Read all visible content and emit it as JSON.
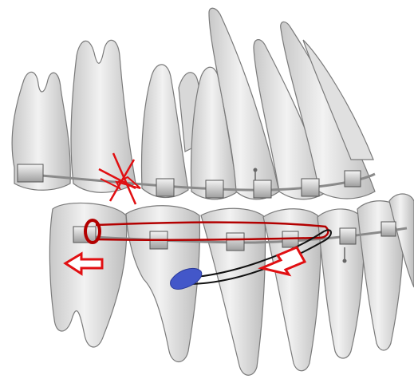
{
  "image": {
    "subject": "orthodontic-dentition-illustration",
    "colors": {
      "background": "#ffffff",
      "tooth_fill": "#e8e8e8",
      "tooth_shadow": "#bdbdbd",
      "tooth_outline": "#7a7a7a",
      "bracket": "#c9c9c9",
      "wire": "#8a8a8a",
      "annotation_red": "#e10f12",
      "elastic_red": "#b30000",
      "spring_black": "#111111",
      "button_blue": "#4357c9"
    },
    "annotations": [
      {
        "kind": "cross-mark"
      },
      {
        "kind": "arrow",
        "direction": "left"
      },
      {
        "kind": "arrow",
        "direction": "down-left"
      }
    ]
  }
}
